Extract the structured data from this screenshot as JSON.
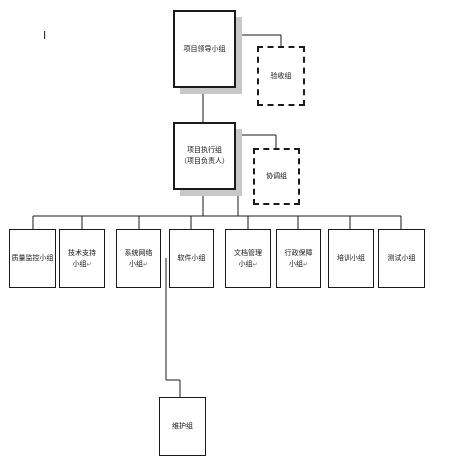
{
  "cursor_mark": "I",
  "nodes": {
    "leader": "项目领导小组",
    "acceptance": "验收组",
    "executive_line1": "项目执行组",
    "executive_line2": "（项目负责人）",
    "coordination": "协调组",
    "quality": "质量监控小组",
    "tech_line1": "技术支持",
    "tech_line2": "小组",
    "network_line1": "系统网络",
    "network_line2": "小组",
    "software": "软件小组",
    "docs_line1": "文档管理",
    "docs_line2": "小组",
    "admin_line1": "行政保障",
    "admin_line2": "小组",
    "training": "培训小组",
    "testing": "测试小组",
    "maintenance": "维护组"
  },
  "paragraph_mark": "↵"
}
